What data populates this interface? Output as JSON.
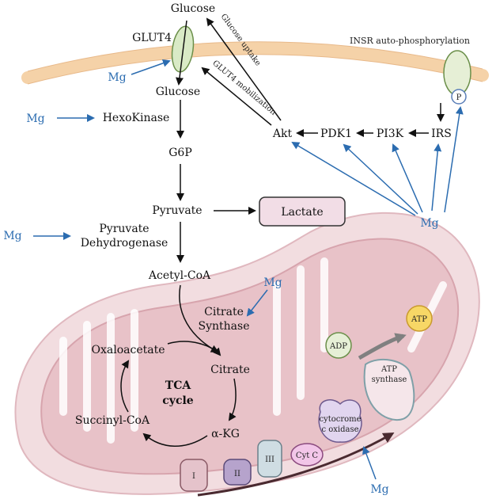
{
  "labels": {
    "glucose_out": "Glucose",
    "glut4": "GLUT4",
    "glucose_in": "Glucose",
    "hexokinase": "HexoKinase",
    "g6p": "G6P",
    "pyruvate": "Pyruvate",
    "lactate": "Lactate",
    "pdh_line1": "Pyruvate",
    "pdh_line2": "Dehydrogenase",
    "acetyl_coa": "Acetyl-CoA",
    "citrate_synthase_line1": "Citrate",
    "citrate_synthase_line2": "Synthase",
    "oxaloacetate": "Oxaloacetate",
    "citrate": "Citrate",
    "tca_line1": "TCA",
    "tca_line2": "cycle",
    "succinyl_coa": "Succinyl-CoA",
    "akg": "α-KG",
    "akt": "Akt",
    "pdk1": "PDK1",
    "pi3k": "PI3K",
    "irs": "IRS",
    "insr": "INSR auto-phosphorylation",
    "p": "P",
    "glucose_uptake": "Glucose uptake",
    "glut4_mobilization": "GLUT4 mobilization",
    "adp": "ADP",
    "atp": "ATP",
    "atp_synthase_line1": "ATP",
    "atp_synthase_line2": "synthase",
    "cytochrome_line1": "cytocrome",
    "cytochrome_line2": "c oxidase",
    "complex_1": "I",
    "complex_2": "II",
    "complex_3": "III",
    "cyt_c": "Cyt C",
    "mg": "Mg"
  },
  "colors": {
    "membrane": "#f7d9b5",
    "mito_outer": "#f2dde0",
    "mito_inner": "#e8c2c8",
    "mg_arrow": "#2b6cb0",
    "lactate_fill": "#f2dde6",
    "glut4_fill": "#d9eac6",
    "adp_fill": "#e6efd6",
    "atp_fill": "#f7d766"
  }
}
